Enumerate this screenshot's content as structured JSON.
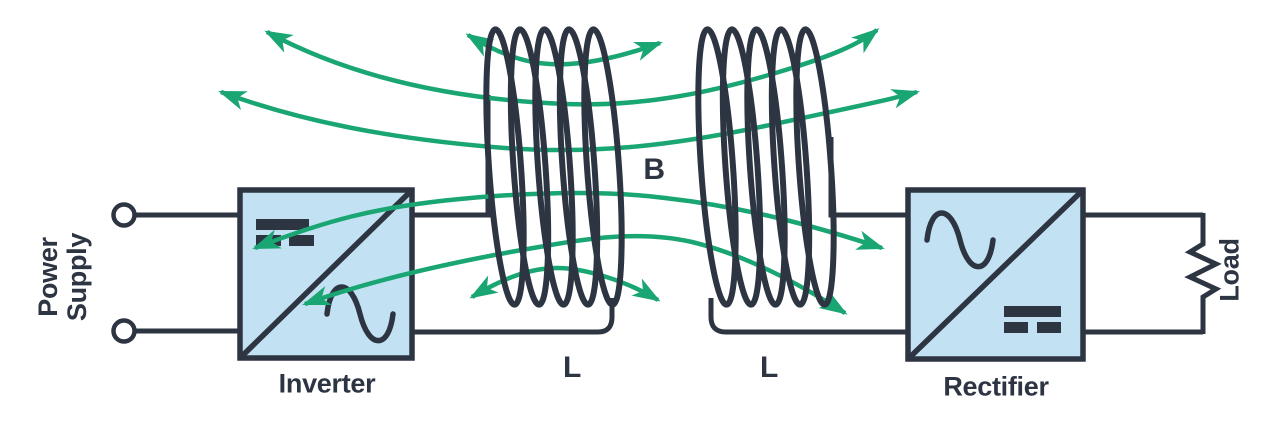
{
  "labels": {
    "power_supply_line1": "Power",
    "power_supply_line2": "Supply",
    "inverter": "Inverter",
    "coil_left": "L",
    "field_b": "B",
    "coil_right": "L",
    "rectifier": "Rectifier",
    "load": "Load"
  },
  "icons": {
    "inverter_symbols": [
      "dc-symbol",
      "ac-sine-icon"
    ],
    "rectifier_symbols": [
      "ac-sine-icon",
      "dc-symbol"
    ],
    "load_symbol": "resistor-zigzag-icon",
    "field_symbol": "flux-arrow"
  },
  "colors": {
    "line_dark": "#2d3442",
    "field_green": "#1aa673",
    "converter_fill": "#c2e2f3",
    "background": "#ffffff"
  }
}
